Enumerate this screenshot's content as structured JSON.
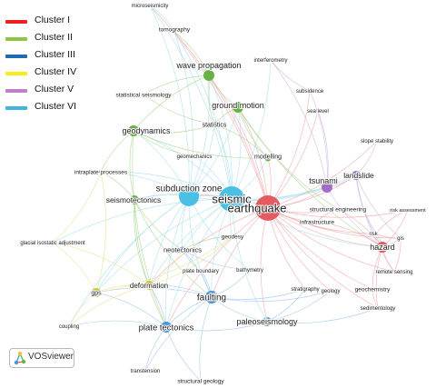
{
  "legend": [
    {
      "label": "Cluster I",
      "color": "#ee1f25"
    },
    {
      "label": "Cluster II",
      "color": "#8dc63f"
    },
    {
      "label": "Cluster III",
      "color": "#1f68b2"
    },
    {
      "label": "Cluster IV",
      "color": "#f7ec13"
    },
    {
      "label": "Cluster V",
      "color": "#c07fce"
    },
    {
      "label": "Cluster VI",
      "color": "#3fb6e0"
    }
  ],
  "clusters": {
    "I": {
      "node": "#e45a60",
      "edge": "#f1a0a3"
    },
    "II": {
      "node": "#68b143",
      "edge": "#a6d488"
    },
    "III": {
      "node": "#4d93d9",
      "edge": "#99c3ea"
    },
    "IV": {
      "node": "#c7c430",
      "edge": "#e3e08e"
    },
    "V": {
      "node": "#a36cc8",
      "edge": "#cfb3e3"
    },
    "VI": {
      "node": "#49c1e4",
      "edge": "#a3ddef"
    }
  },
  "keywords": [
    {
      "id": "seismic",
      "label": "seismic",
      "cluster": "VI",
      "weight": 10
    },
    {
      "id": "earthquake",
      "label": "earthquake",
      "cluster": "I",
      "weight": 10
    },
    {
      "id": "subduction",
      "label": "subduction zone",
      "cluster": "VI",
      "weight": 7
    },
    {
      "id": "microseismicity",
      "label": "microseismicity",
      "cluster": "VI",
      "weight": 1
    },
    {
      "id": "tomography",
      "label": "tomography",
      "cluster": "VI",
      "weight": 1
    },
    {
      "id": "wave",
      "label": "wave propagation",
      "cluster": "II",
      "weight": 4
    },
    {
      "id": "ground",
      "label": "ground motion",
      "cluster": "II",
      "weight": 4
    },
    {
      "id": "statseis",
      "label": "statistical seismology",
      "cluster": "II",
      "weight": 1
    },
    {
      "id": "statistics",
      "label": "statistics",
      "cluster": "II",
      "weight": 2
    },
    {
      "id": "geodynamics",
      "label": "geodynamics",
      "cluster": "II",
      "weight": 4
    },
    {
      "id": "geomechanics",
      "label": "geomechanics",
      "cluster": "II",
      "weight": 1
    },
    {
      "id": "modelling",
      "label": "modelling",
      "cluster": "II",
      "weight": 2
    },
    {
      "id": "intraplate",
      "label": "intraplate processes",
      "cluster": "II",
      "weight": 1
    },
    {
      "id": "seismotectonics",
      "label": "seismotectonics",
      "cluster": "II",
      "weight": 3
    },
    {
      "id": "geodesy",
      "label": "geodesy",
      "cluster": "II",
      "weight": 1
    },
    {
      "id": "interferometry",
      "label": "interferometry",
      "cluster": "V",
      "weight": 1
    },
    {
      "id": "subsidence",
      "label": "subsidence",
      "cluster": "V",
      "weight": 1
    },
    {
      "id": "sealevel",
      "label": "sea level",
      "cluster": "V",
      "weight": 1
    },
    {
      "id": "tsunami",
      "label": "tsunami",
      "cluster": "V",
      "weight": 4
    },
    {
      "id": "landslide",
      "label": "landslide",
      "cluster": "V",
      "weight": 3
    },
    {
      "id": "slope",
      "label": "slope stability",
      "cluster": "V",
      "weight": 1
    },
    {
      "id": "structeng",
      "label": "structural engineering",
      "cluster": "I",
      "weight": 1
    },
    {
      "id": "infrastructure",
      "label": "infrastructure",
      "cluster": "I",
      "weight": 1
    },
    {
      "id": "riskassess",
      "label": "risk assessment",
      "cluster": "I",
      "weight": 1
    },
    {
      "id": "risk",
      "label": "risk",
      "cluster": "I",
      "weight": 1
    },
    {
      "id": "gis",
      "label": "gis",
      "cluster": "I",
      "weight": 1
    },
    {
      "id": "hazard",
      "label": "hazard",
      "cluster": "I",
      "weight": 4
    },
    {
      "id": "remote",
      "label": "remote sensing",
      "cluster": "I",
      "weight": 1
    },
    {
      "id": "geochemistry",
      "label": "geochemistry",
      "cluster": "I",
      "weight": 1
    },
    {
      "id": "sedimentology",
      "label": "sedimentology",
      "cluster": "I",
      "weight": 1
    },
    {
      "id": "stratigraphy",
      "label": "stratigraphy",
      "cluster": "I",
      "weight": 1
    },
    {
      "id": "geology",
      "label": "geology",
      "cluster": "I",
      "weight": 1
    },
    {
      "id": "neotectonics",
      "label": "neotectonics",
      "cluster": "III",
      "weight": 2
    },
    {
      "id": "plateboundary",
      "label": "plate boundary",
      "cluster": "III",
      "weight": 1
    },
    {
      "id": "bathymetry",
      "label": "bathymetry",
      "cluster": "III",
      "weight": 1
    },
    {
      "id": "faulting",
      "label": "faulting",
      "cluster": "III",
      "weight": 5
    },
    {
      "id": "paleoseismology",
      "label": "paleoseismology",
      "cluster": "III",
      "weight": 3
    },
    {
      "id": "platetectonics",
      "label": "plate tectonics",
      "cluster": "III",
      "weight": 4
    },
    {
      "id": "transtension",
      "label": "transtension",
      "cluster": "III",
      "weight": 1
    },
    {
      "id": "structgeology",
      "label": "structural geology",
      "cluster": "III",
      "weight": 1
    },
    {
      "id": "deformation",
      "label": "deformation",
      "cluster": "IV",
      "weight": 3
    },
    {
      "id": "glacial",
      "label": "glacial isostatic adjustment",
      "cluster": "IV",
      "weight": 1
    },
    {
      "id": "gps",
      "label": "gps",
      "cluster": "IV",
      "weight": 3
    },
    {
      "id": "coupling",
      "label": "coupling",
      "cluster": "IV",
      "weight": 1
    }
  ],
  "links": [
    [
      "seismic",
      "earthquake"
    ],
    [
      "seismic",
      "subduction"
    ],
    [
      "seismic",
      "tomography"
    ],
    [
      "seismic",
      "microseismicity"
    ],
    [
      "seismic",
      "wave"
    ],
    [
      "seismic",
      "ground"
    ],
    [
      "seismic",
      "statistics"
    ],
    [
      "seismic",
      "geodynamics"
    ],
    [
      "seismic",
      "seismotectonics"
    ],
    [
      "seismic",
      "modelling"
    ],
    [
      "seismic",
      "tsunami"
    ],
    [
      "seismic",
      "faulting"
    ],
    [
      "seismic",
      "platetectonics"
    ],
    [
      "seismic",
      "hazard"
    ],
    [
      "seismic",
      "neotectonics"
    ],
    [
      "seismic",
      "deformation"
    ],
    [
      "seismic",
      "gps"
    ],
    [
      "seismic",
      "landslide"
    ],
    [
      "seismic",
      "paleoseismology"
    ],
    [
      "seismic",
      "geomechanics"
    ],
    [
      "seismic",
      "intraplate"
    ],
    [
      "seismic",
      "geodesy"
    ],
    [
      "seismic",
      "interferometry"
    ],
    [
      "seismic",
      "glacial"
    ],
    [
      "earthquake",
      "subduction"
    ],
    [
      "earthquake",
      "hazard"
    ],
    [
      "earthquake",
      "tsunami"
    ],
    [
      "earthquake",
      "landslide"
    ],
    [
      "earthquake",
      "risk"
    ],
    [
      "earthquake",
      "riskassess"
    ],
    [
      "earthquake",
      "gis"
    ],
    [
      "earthquake",
      "remote"
    ],
    [
      "earthquake",
      "structeng"
    ],
    [
      "earthquake",
      "infrastructure"
    ],
    [
      "earthquake",
      "faulting"
    ],
    [
      "earthquake",
      "ground"
    ],
    [
      "earthquake",
      "platetectonics"
    ],
    [
      "earthquake",
      "paleoseismology"
    ],
    [
      "earthquake",
      "geochemistry"
    ],
    [
      "earthquake",
      "sedimentology"
    ],
    [
      "earthquake",
      "stratigraphy"
    ],
    [
      "earthquake",
      "geology"
    ],
    [
      "earthquake",
      "slope"
    ],
    [
      "earthquake",
      "modelling"
    ],
    [
      "earthquake",
      "wave"
    ],
    [
      "earthquake",
      "deformation"
    ],
    [
      "earthquake",
      "subsidence"
    ],
    [
      "earthquake",
      "sealevel"
    ],
    [
      "earthquake",
      "tomography"
    ],
    [
      "earthquake",
      "microseismicity"
    ],
    [
      "subduction",
      "geodynamics"
    ],
    [
      "subduction",
      "seismotectonics"
    ],
    [
      "subduction",
      "faulting"
    ],
    [
      "subduction",
      "gps"
    ],
    [
      "subduction",
      "platetectonics"
    ],
    [
      "subduction",
      "deformation"
    ],
    [
      "subduction",
      "tomography"
    ],
    [
      "subduction",
      "wave"
    ],
    [
      "subduction",
      "ground"
    ],
    [
      "subduction",
      "intraplate"
    ],
    [
      "subduction",
      "coupling"
    ],
    [
      "subduction",
      "neotectonics"
    ],
    [
      "subduction",
      "tsunami"
    ],
    [
      "subduction",
      "bathymetry"
    ],
    [
      "subduction",
      "statistics"
    ],
    [
      "subduction",
      "microseismicity"
    ],
    [
      "wave",
      "ground"
    ],
    [
      "wave",
      "statistics"
    ],
    [
      "wave",
      "statseis"
    ],
    [
      "wave",
      "geodynamics"
    ],
    [
      "wave",
      "tomography"
    ],
    [
      "ground",
      "statistics"
    ],
    [
      "ground",
      "modelling"
    ],
    [
      "ground",
      "hazard"
    ],
    [
      "ground",
      "structeng"
    ],
    [
      "geodynamics",
      "seismotectonics"
    ],
    [
      "geodynamics",
      "platetectonics"
    ],
    [
      "geodynamics",
      "modelling"
    ],
    [
      "geodynamics",
      "intraplate"
    ],
    [
      "geodynamics",
      "statistics"
    ],
    [
      "geodynamics",
      "geomechanics"
    ],
    [
      "seismotectonics",
      "faulting"
    ],
    [
      "seismotectonics",
      "neotectonics"
    ],
    [
      "seismotectonics",
      "deformation"
    ],
    [
      "seismotectonics",
      "platetectonics"
    ],
    [
      "seismotectonics",
      "intraplate"
    ],
    [
      "tsunami",
      "landslide"
    ],
    [
      "tsunami",
      "hazard"
    ],
    [
      "tsunami",
      "sealevel"
    ],
    [
      "tsunami",
      "subsidence"
    ],
    [
      "tsunami",
      "interferometry"
    ],
    [
      "landslide",
      "slope"
    ],
    [
      "landslide",
      "hazard"
    ],
    [
      "landslide",
      "risk"
    ],
    [
      "landslide",
      "remote"
    ],
    [
      "landslide",
      "gis"
    ],
    [
      "hazard",
      "risk"
    ],
    [
      "hazard",
      "riskassess"
    ],
    [
      "hazard",
      "gis"
    ],
    [
      "hazard",
      "remote"
    ],
    [
      "hazard",
      "structeng"
    ],
    [
      "hazard",
      "infrastructure"
    ],
    [
      "hazard",
      "geochemistry"
    ],
    [
      "hazard",
      "sedimentology"
    ],
    [
      "faulting",
      "platetectonics"
    ],
    [
      "faulting",
      "paleoseismology"
    ],
    [
      "faulting",
      "neotectonics"
    ],
    [
      "faulting",
      "deformation"
    ],
    [
      "faulting",
      "transtension"
    ],
    [
      "faulting",
      "structgeology"
    ],
    [
      "faulting",
      "plateboundary"
    ],
    [
      "faulting",
      "gps"
    ],
    [
      "faulting",
      "stratigraphy"
    ],
    [
      "faulting",
      "geology"
    ],
    [
      "faulting",
      "bathymetry"
    ],
    [
      "platetectonics",
      "paleoseismology"
    ],
    [
      "platetectonics",
      "transtension"
    ],
    [
      "platetectonics",
      "structgeology"
    ],
    [
      "platetectonics",
      "gps"
    ],
    [
      "platetectonics",
      "deformation"
    ],
    [
      "platetectonics",
      "coupling"
    ],
    [
      "paleoseismology",
      "stratigraphy"
    ],
    [
      "paleoseismology",
      "geology"
    ],
    [
      "paleoseismology",
      "sedimentology"
    ],
    [
      "deformation",
      "gps"
    ],
    [
      "deformation",
      "geodesy"
    ],
    [
      "deformation",
      "neotectonics"
    ],
    [
      "deformation",
      "glacial"
    ],
    [
      "deformation",
      "coupling"
    ],
    [
      "gps",
      "glacial"
    ],
    [
      "gps",
      "coupling"
    ],
    [
      "gps",
      "geodesy"
    ],
    [
      "gps",
      "intraplate"
    ],
    [
      "glacial",
      "intraplate"
    ],
    [
      "neotectonics",
      "plateboundary"
    ],
    [
      "neotectonics",
      "bathymetry"
    ],
    [
      "geodesy",
      "neotectonics"
    ],
    [
      "modelling",
      "statistics"
    ],
    [
      "statseis",
      "statistics"
    ],
    [
      "tomography",
      "microseismicity"
    ],
    [
      "interferometry",
      "subsidence"
    ],
    [
      "structeng",
      "infrastructure"
    ],
    [
      "geochemistry",
      "sedimentology"
    ],
    [
      "remote",
      "gis"
    ],
    [
      "risk",
      "gis"
    ],
    [
      "riskassess",
      "risk"
    ]
  ],
  "watermark": {
    "label": "VOSviewer"
  }
}
